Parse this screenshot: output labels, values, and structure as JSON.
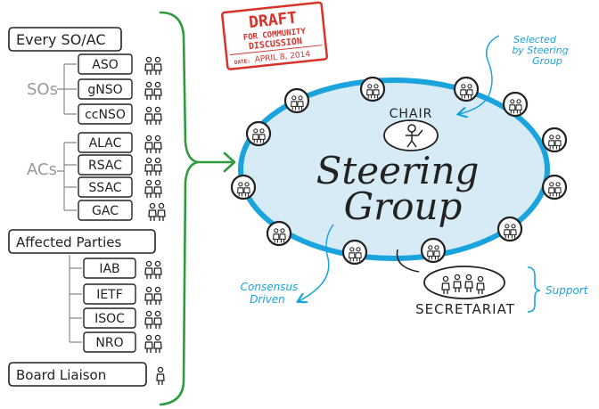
{
  "draft_stamp": {
    "title": "DRAFT",
    "line1": "FOR COMMUNITY",
    "line2": "DISCUSSION",
    "date_label": "DATE:",
    "date": "APRIL 8, 2014"
  },
  "left_panel": {
    "every_label": "Every SO/AC",
    "sos_label": "SOs",
    "sos": [
      "ASO",
      "gNSO",
      "ccNSO"
    ],
    "acs_label": "ACs",
    "acs": [
      "ALAC",
      "RSAC",
      "SSAC",
      "GAC"
    ],
    "affected_label": "Affected Parties",
    "affected": [
      "IAB",
      "IETF",
      "ISOC",
      "NRO"
    ],
    "board_label": "Board Liaison"
  },
  "main": {
    "title_line1": "Steering",
    "title_line2": "Group",
    "chair_label": "CHAIR",
    "selected_note": [
      "Selected",
      "by Steering",
      "Group"
    ],
    "consensus_note": [
      "Consensus",
      "Driven"
    ],
    "secretariat_label": "SECRETARIAT",
    "support_label": "Support"
  },
  "colors": {
    "circle_fill": "#d7ebf6",
    "circle_stroke": "#1aa3dc",
    "arrow_green": "#2e9b3e",
    "stamp_red": "#d9322b",
    "annotation_blue": "#1aa3dc",
    "ink": "#222222"
  }
}
